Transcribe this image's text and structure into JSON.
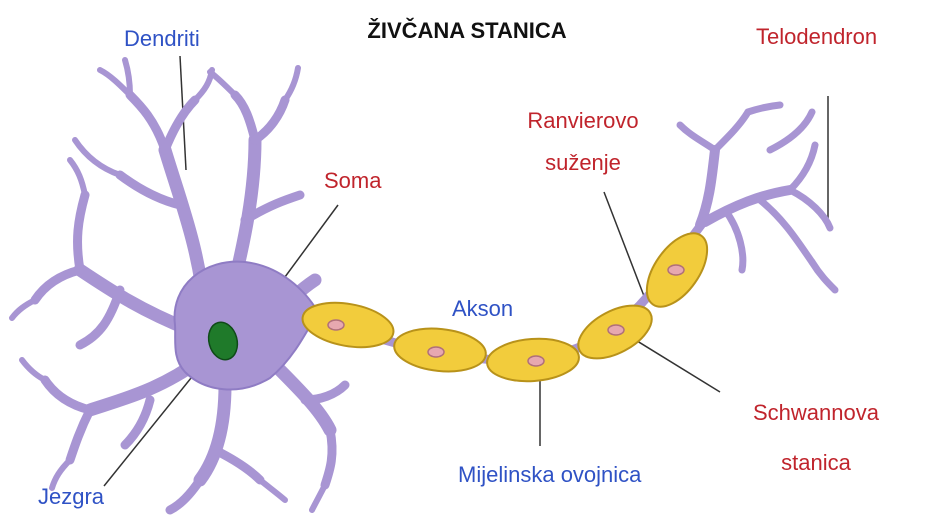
{
  "title": "ŽIVČANA STANICA",
  "colors": {
    "neuron": "#a895d3",
    "neuron_stroke": "#7d68b0",
    "myelin": "#f2cc3c",
    "myelin_stroke": "#b8921a",
    "nucleus": "#1f7a2a",
    "schwann_nucleus": "#e7a8b0",
    "label_blue": "#2f52c5",
    "label_red": "#c0242c",
    "leader": "#333333"
  },
  "labels": {
    "dendriti": "Dendriti",
    "soma": "Soma",
    "akson": "Akson",
    "jezgra": "Jezgra",
    "ranvier_1": "Ranvierovo",
    "ranvier_2": "suženje",
    "telodendron": "Telodendron",
    "schwann_1": "Schwannova",
    "schwann_2": "stanica",
    "mijelin": "Mijelinska ovojnica"
  }
}
